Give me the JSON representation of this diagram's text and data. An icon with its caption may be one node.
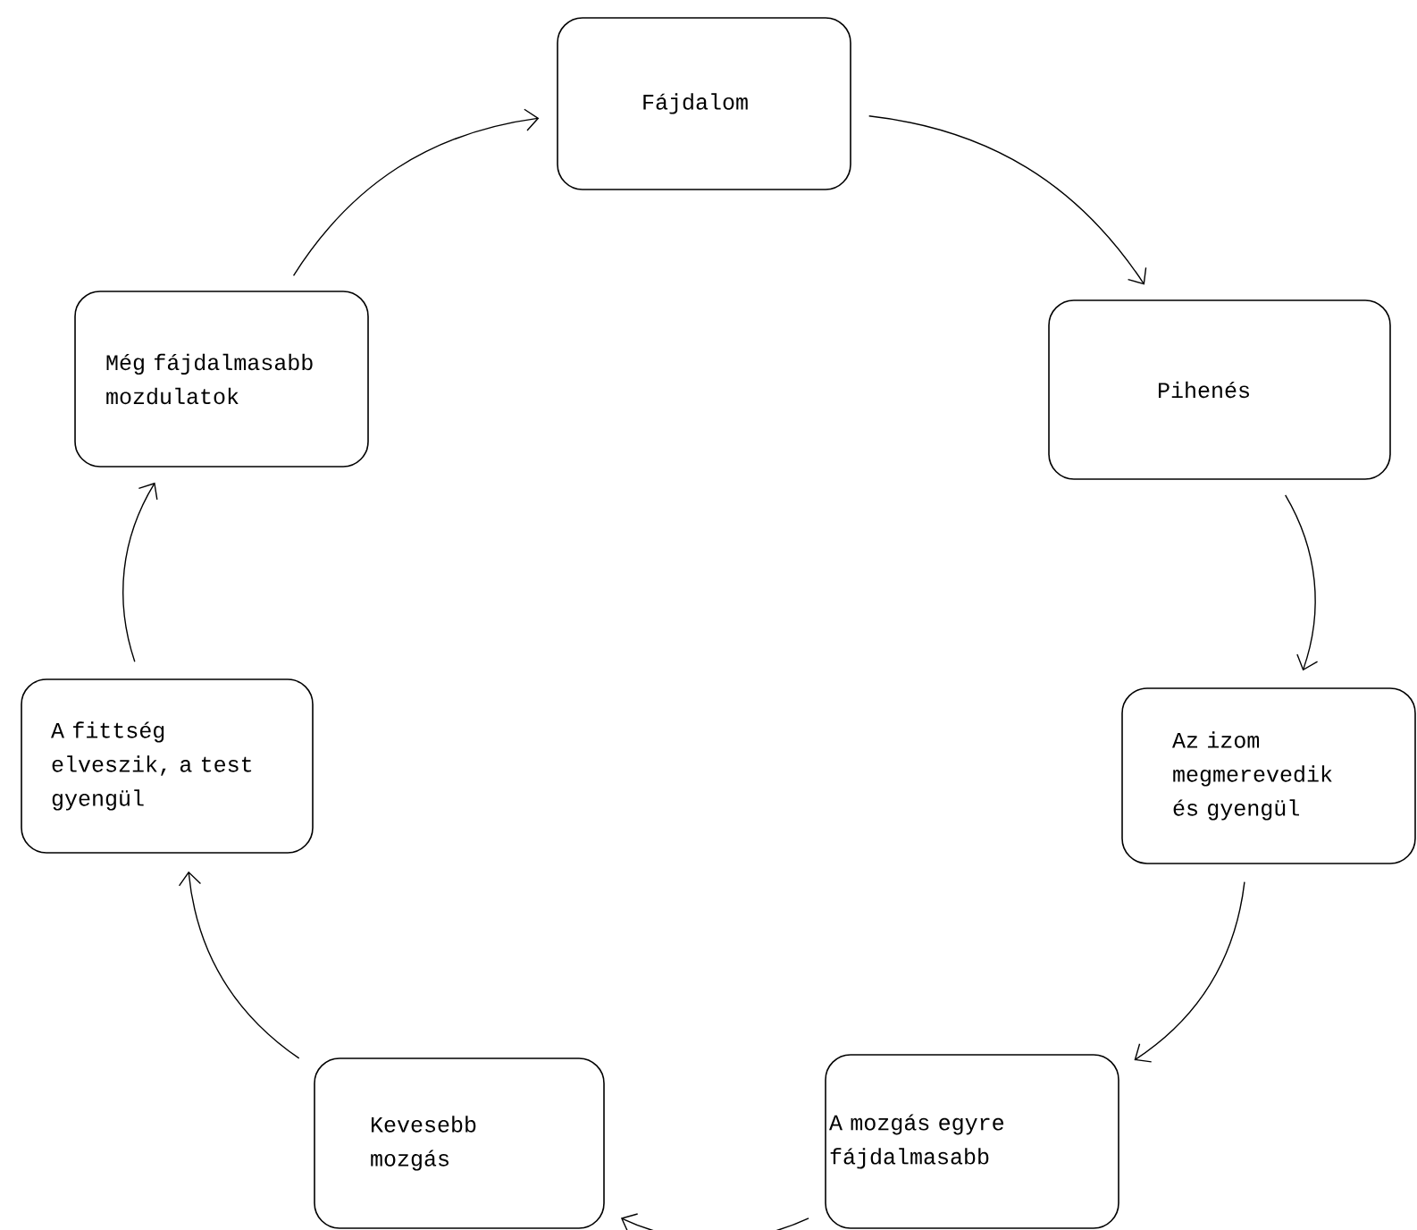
{
  "diagram": {
    "nodes": [
      {
        "text": [
          "Fájdalom"
        ]
      },
      {
        "text": [
          "Pihenés"
        ]
      },
      {
        "text": [
          "Az izom megmerevedik és gyengül"
        ]
      },
      {
        "text": [
          "A mozgás egyre fájdalmasabb"
        ]
      },
      {
        "text": [
          "Kevesebb mozgás"
        ]
      },
      {
        "text": [
          "A fittség elveszik, a test gyengül"
        ]
      },
      {
        "text": [
          "Még fájdalmasabb mozdulatok"
        ]
      }
    ],
    "edges": [
      {
        "from": 0,
        "to": 1,
        "arrow": "to"
      },
      {
        "from": 1,
        "to": 2,
        "arrow": "to"
      },
      {
        "from": 2,
        "to": 3,
        "arrow": "to"
      },
      {
        "from": 3,
        "to": 4,
        "arrow": "to"
      },
      {
        "from": 4,
        "to": 5,
        "arrow": "to"
      },
      {
        "from": 5,
        "to": 6,
        "arrow": "to"
      },
      {
        "from": 6,
        "to": 0,
        "arrow": "to"
      }
    ]
  }
}
